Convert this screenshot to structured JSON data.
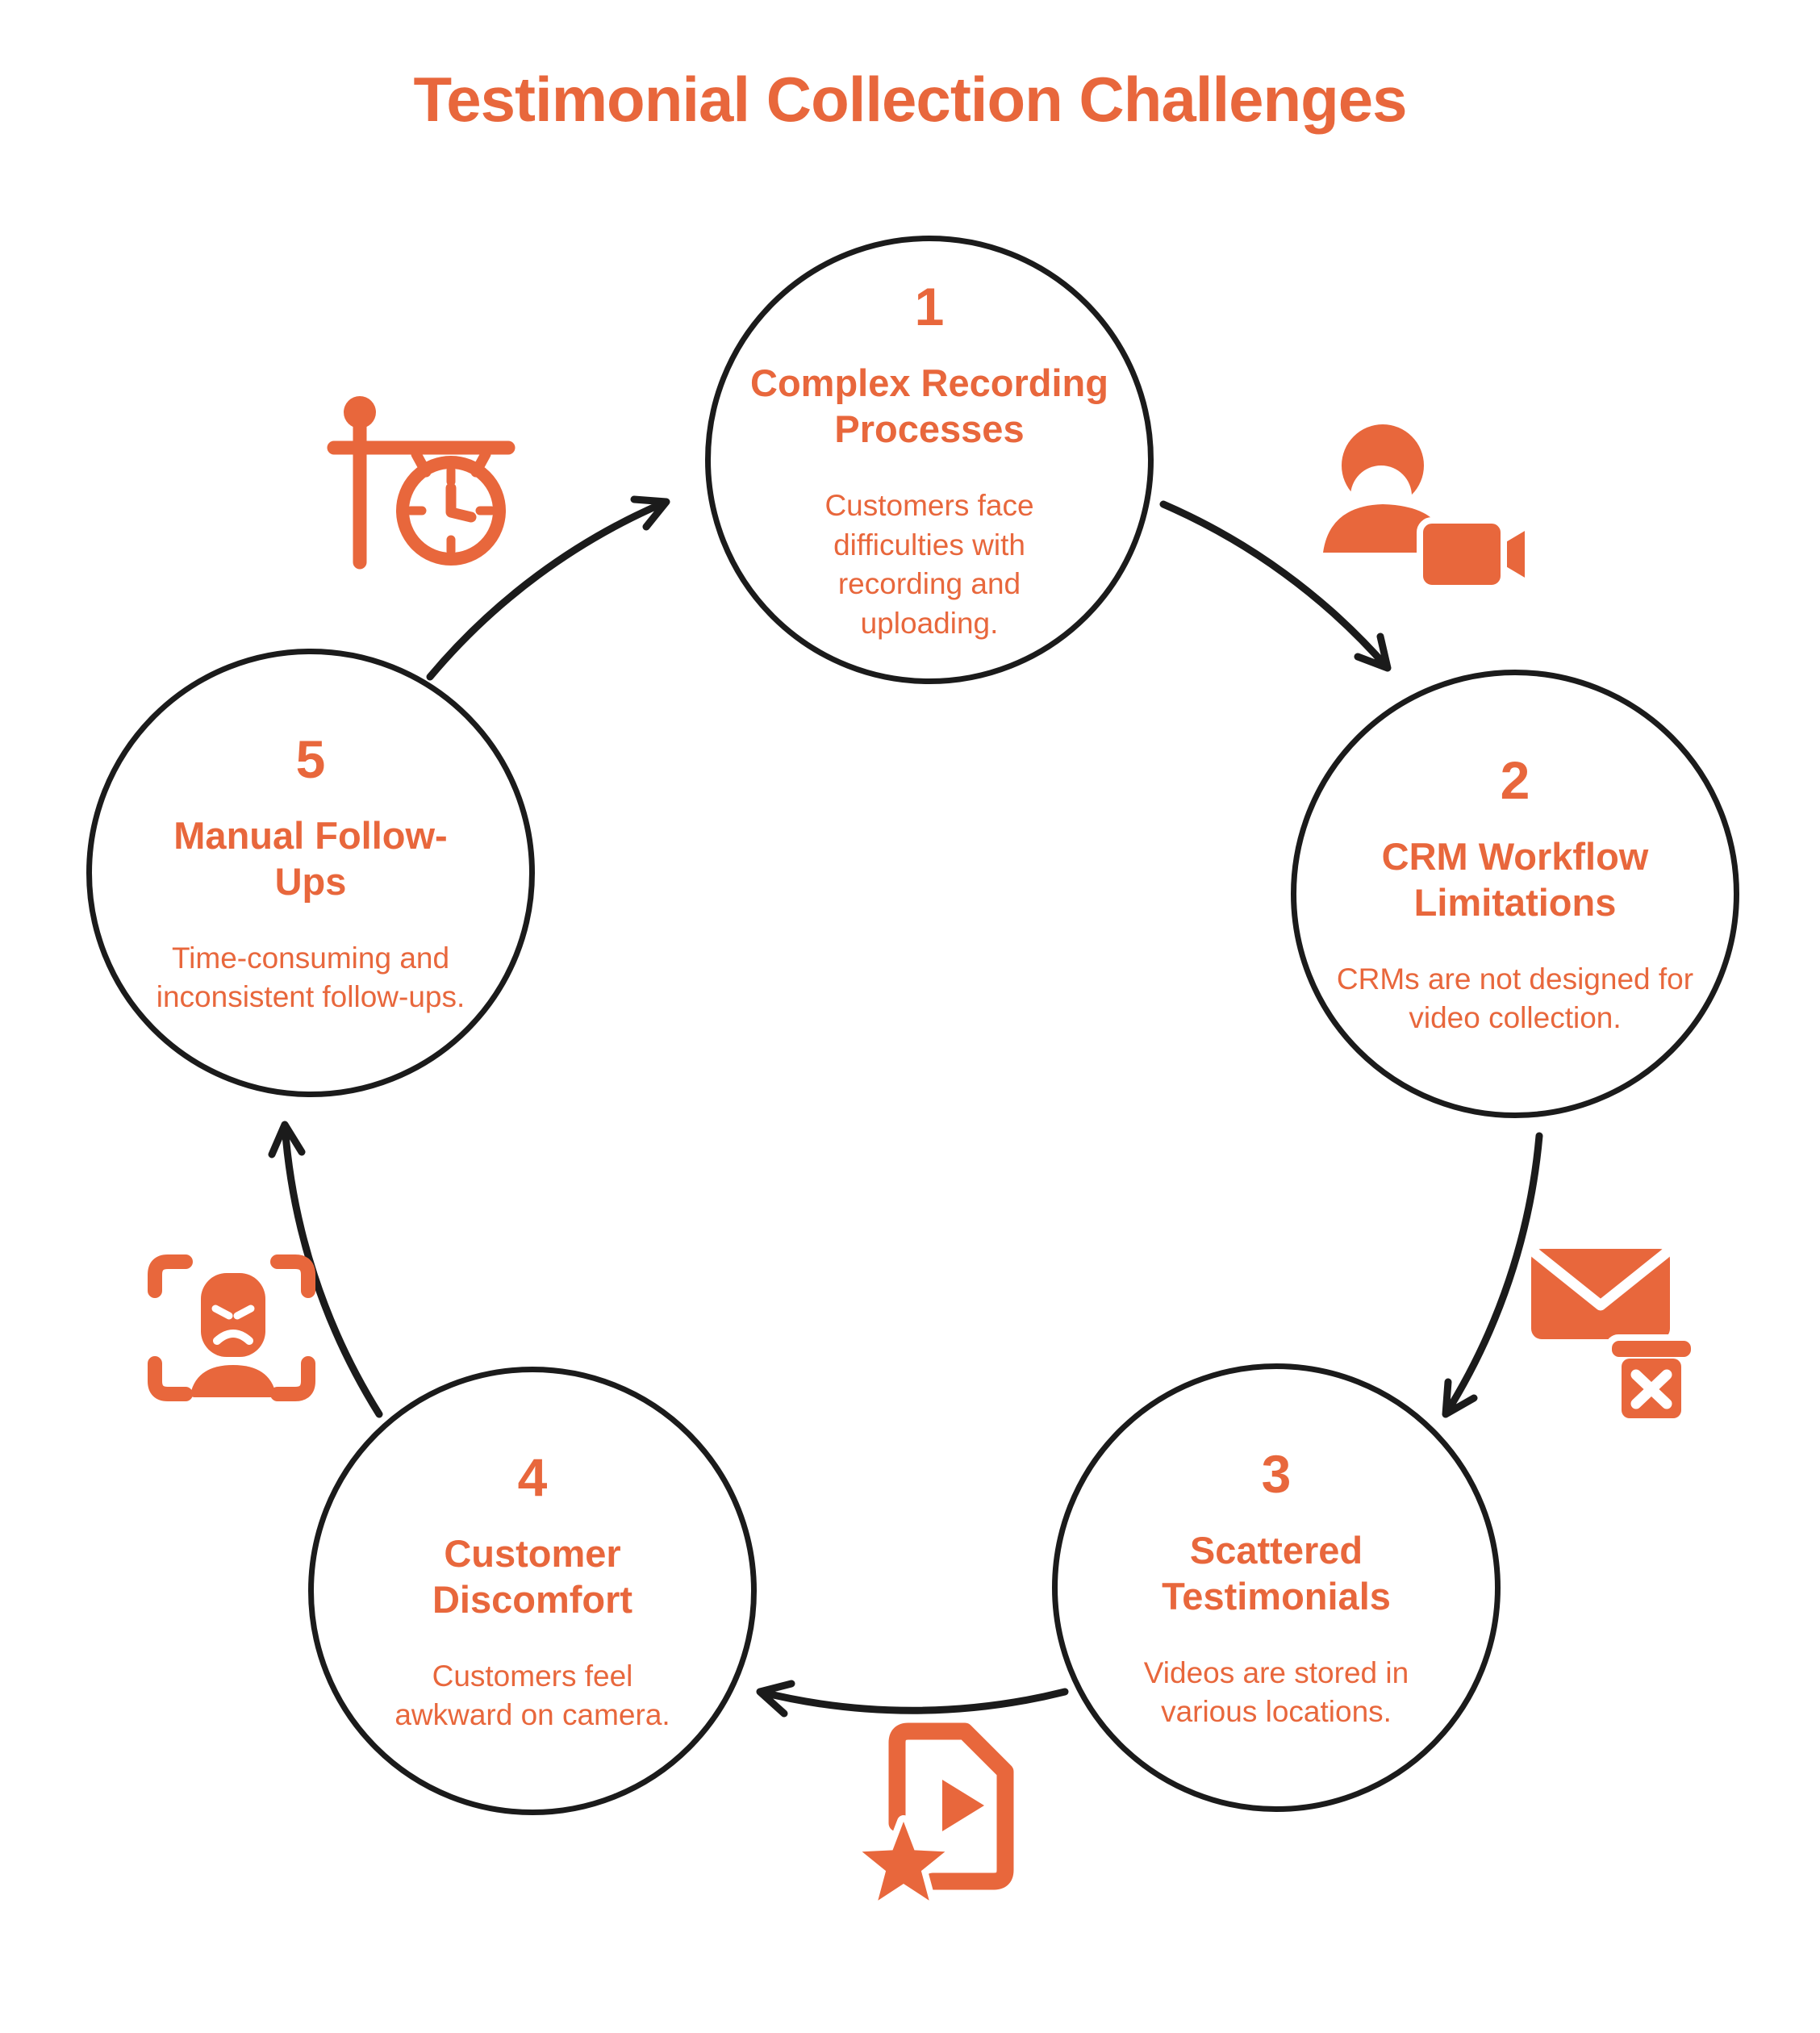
{
  "title": "Testimonial Collection Challenges",
  "colors": {
    "accent": "#E8673C",
    "line": "#1b1b1b",
    "background": "#ffffff"
  },
  "steps": [
    {
      "number": "1",
      "title": "Complex Recording Processes",
      "description": "Customers face difficulties with recording and uploading."
    },
    {
      "number": "2",
      "title": "CRM Workflow Limitations",
      "description": "CRMs are not designed for video collection."
    },
    {
      "number": "3",
      "title": "Scattered Testimonials",
      "description": "Videos are stored in various locations."
    },
    {
      "number": "4",
      "title": "Customer Discomfort",
      "description": "Customers feel awkward on camera."
    },
    {
      "number": "5",
      "title": "Manual Follow-Ups",
      "description": "Time-consuming and inconsistent follow-ups."
    }
  ],
  "icons": [
    "hanging-clock-icon",
    "user-video-camera-icon",
    "mail-delete-icon",
    "video-file-star-icon",
    "face-scan-discomfort-icon"
  ]
}
